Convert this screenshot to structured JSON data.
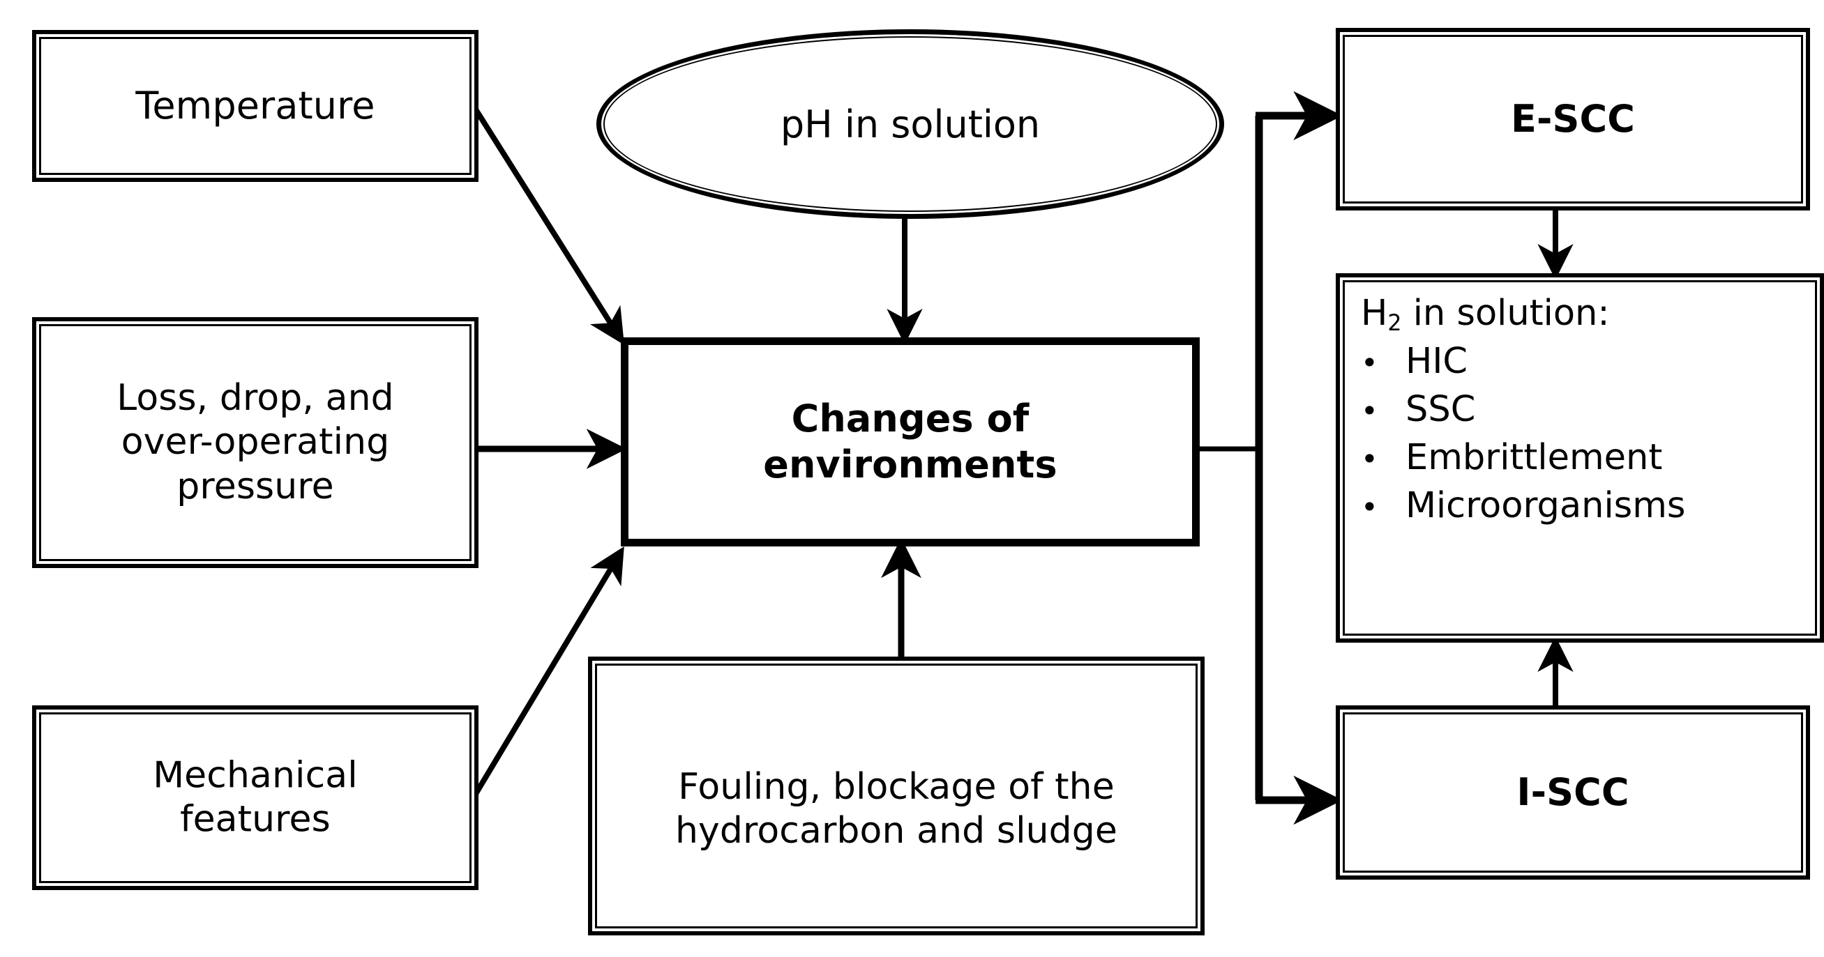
{
  "diagram": {
    "title": "Changes of environments flow diagram",
    "stroke_color": "#000000",
    "fill_color": "#ffffff",
    "nodes": {
      "temperature": {
        "label": "Temperature",
        "shape": "rectangle"
      },
      "pressure": {
        "line1": "Loss, drop, and",
        "line2": "over-operating",
        "line3": "pressure",
        "shape": "rectangle"
      },
      "mechanical": {
        "line1": "Mechanical",
        "line2": "features",
        "shape": "rectangle"
      },
      "ph": {
        "label": "pH in solution",
        "shape": "ellipse"
      },
      "changes": {
        "line1": "Changes of",
        "line2": "environments",
        "shape": "rectangle-bold"
      },
      "fouling": {
        "line1": "Fouling, blockage of the",
        "line2": "hydrocarbon and sludge",
        "shape": "rectangle"
      },
      "escc": {
        "label": "E-SCC",
        "shape": "rectangle"
      },
      "iscc": {
        "label": "I-SCC",
        "shape": "rectangle"
      },
      "h2": {
        "header_text": "H",
        "header_sub": "2",
        "header_rest": " in solution:",
        "bullet_glyph": "•",
        "items": [
          "HIC",
          "SSC",
          "Embrittlement",
          "Microorganisms"
        ],
        "shape": "rectangle"
      }
    },
    "edges": [
      {
        "from": "temperature",
        "to": "changes",
        "style": "diagonal-arrow"
      },
      {
        "from": "pressure",
        "to": "changes",
        "style": "straight-arrow"
      },
      {
        "from": "mechanical",
        "to": "changes",
        "style": "diagonal-arrow"
      },
      {
        "from": "ph",
        "to": "changes",
        "style": "down-arrow"
      },
      {
        "from": "fouling",
        "to": "changes",
        "style": "up-arrow"
      },
      {
        "from": "changes",
        "to": "escc",
        "style": "branch-arrow"
      },
      {
        "from": "changes",
        "to": "iscc",
        "style": "branch-arrow"
      },
      {
        "from": "escc",
        "to": "h2",
        "style": "down-arrow"
      },
      {
        "from": "iscc",
        "to": "h2",
        "style": "up-arrow"
      }
    ]
  }
}
